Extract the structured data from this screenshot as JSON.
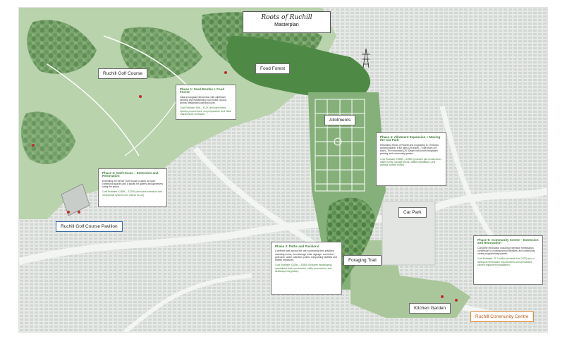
{
  "title": {
    "script": "Roots of Ruchill",
    "subtitle": "Masterplan"
  },
  "labels": {
    "golf_course": "Ruchill Golf Course",
    "food_forest": "Food Forest",
    "allotments": "Allotments",
    "car_park": "Car Park",
    "foraging_trail": "Foraging Trail",
    "kitchen_garden": "Kitchen Garden",
    "pavilion": "Ruchill Golf Course Pavilion",
    "community_centre": "Ruchill Community Centre"
  },
  "phases": [
    {
      "heading": "Phase 1: Seed Bombs + Food Forest",
      "body": "Initial ecological intervention with wildflower seeding and establishing food forest canopy across designated parkland plots.",
      "cost": "Cost Estimate: £8K – £12K (includes native species procurement, soil preparation, and initial maintenance contracts)"
    },
    {
      "heading": "Phase 2: Golf House – Extension and Renovation",
      "body": "Extending the former Golf House to allow for more communal spaces and a facility for golfers and gardeners using the space.",
      "cost": "Cost Estimate: £185K – £220K (structural extension with mechanical systems and interior fit-out)"
    },
    {
      "heading": "Phase 3: Paths and Pavilions",
      "body": "A defined path across the site connecting brick pavilions including ovens, food storage units, signage, converted golf carts, water collection points, composting facilities and shelter structures.",
      "cost": "Cost Estimate: £425K – £580K (includes hardscaping, specialised brick construction, utility connections, and landscape integration)"
    },
    {
      "heading": "Phase 4: Allotment Expansion + Moving the Car Park",
      "body": "Relocating Roots of Ruchill and expanding to 1700sqm growing space; 8 full plots (2m each), 7 half plots (1m each), 7m excavation (20 60sqm each) with integrated parking and community garden.",
      "cost": "Cost Estimate: £285K – £335K (includes plot construction, water points, storage sheds, utilities installation, and parking surface works)"
    },
    {
      "heading": "Phase 5: Community Centre – Extension and Renovation",
      "body": "Complete renovation including extensive remediation, conversion to cooking school facilities, and community centre programming spaces.",
      "cost": "Cost Estimate: £1.2 million (revised from 2023) due to asbestos remediation requirements and specialised kitchen equipment installation)"
    }
  ],
  "colors": {
    "green_dark": "#3f7d3c",
    "green_mid": "#86b07a",
    "green_light": "#b9d3ad",
    "road": "#e9ece9",
    "building": "#d6dad6",
    "pin": "#c62828"
  }
}
